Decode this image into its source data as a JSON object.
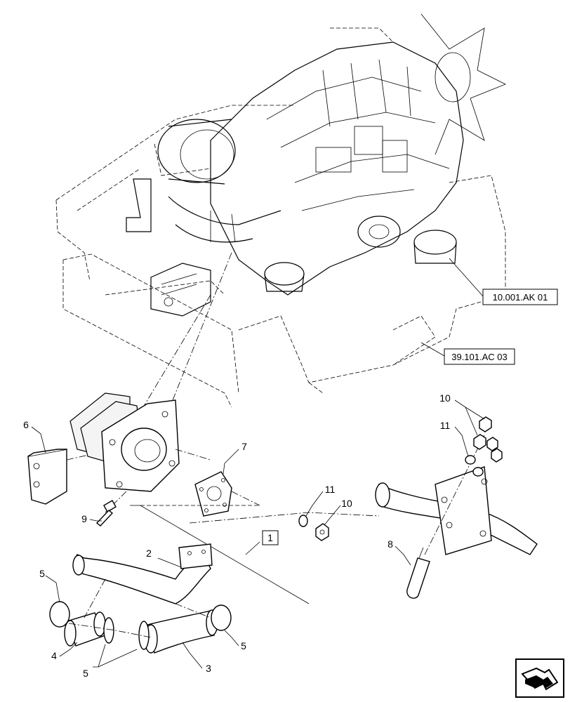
{
  "references": {
    "engine_assembly": "10.001.AK 01",
    "frame": "39.101.AC 03"
  },
  "callouts": {
    "c1": "1",
    "c2": "2",
    "c3": "3",
    "c4": "4",
    "c5a": "5",
    "c5b": "5",
    "c5c": "5",
    "c6": "6",
    "c7": "7",
    "c8": "8",
    "c9": "9",
    "c10a": "10",
    "c10b": "10",
    "c11a": "11",
    "c11b": "11"
  },
  "icons": {
    "navigation": "next-page-arrow-icon"
  }
}
